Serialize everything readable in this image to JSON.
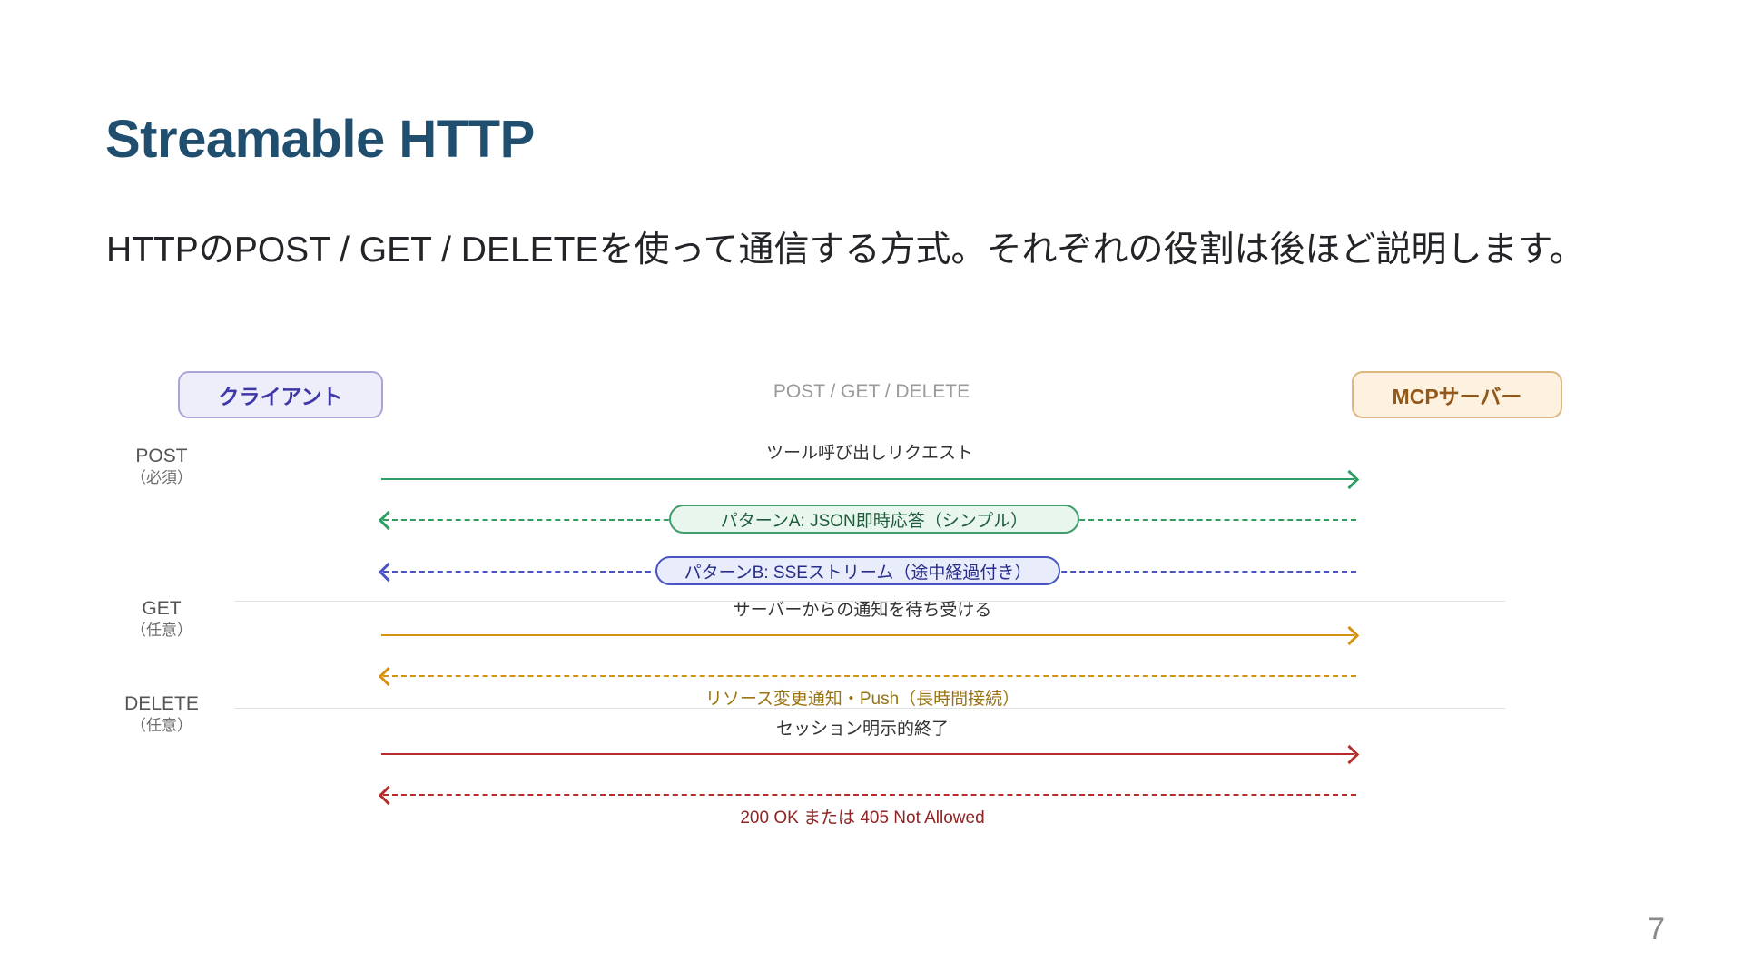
{
  "slide": {
    "title": "Streamable HTTP",
    "subtitle": "HTTPのPOST / GET / DELETEを使って通信する方式。それぞれの役割は後ほど説明します。",
    "page_number": "7",
    "title_color": "#1f4e6e",
    "background_color": "#ffffff"
  },
  "diagram": {
    "center_caption": "POST / GET / DELETE",
    "nodes": {
      "client": {
        "label": "クライアント",
        "fill": "#eeedfa",
        "border": "#a8a4d8",
        "text": "#3d37a8"
      },
      "server": {
        "label": "MCPサーバー",
        "fill": "#fdf1df",
        "border": "#dcb581",
        "text": "#92571a"
      }
    },
    "sections": [
      {
        "name": "post",
        "method": "POST",
        "optionality": "（必須）",
        "messages": [
          {
            "label": "ツール呼び出しリクエスト",
            "direction": "to-right",
            "style": "solid",
            "color": "#2e9e62",
            "label_color": "#333333"
          },
          {
            "label": "パターンA: JSON即時応答（シンプル）",
            "direction": "to-left",
            "style": "dashed",
            "color": "#2e9e62",
            "label_color": "#1d5c3b",
            "pill": "a"
          },
          {
            "label": "パターンB: SSEストリーム（途中経過付き）",
            "direction": "to-left",
            "style": "dashed",
            "color": "#4a55c4",
            "label_color": "#262e8a",
            "pill": "b"
          }
        ]
      },
      {
        "name": "get",
        "method": "GET",
        "optionality": "（任意）",
        "messages": [
          {
            "label": "サーバーからの通知を待ち受ける",
            "direction": "to-right",
            "style": "solid",
            "color": "#d59210",
            "label_color": "#333333"
          },
          {
            "label": "リソース変更通知・Push（長時間接続）",
            "direction": "to-left",
            "style": "dashed",
            "color": "#d59210",
            "label_color": "#9a7412"
          }
        ]
      },
      {
        "name": "delete",
        "method": "DELETE",
        "optionality": "（任意）",
        "messages": [
          {
            "label": "セッション明示的終了",
            "direction": "to-right",
            "style": "solid",
            "color": "#b52d2d",
            "label_color": "#333333"
          },
          {
            "label": "200 OK または 405 Not Allowed",
            "direction": "to-left",
            "style": "dashed",
            "color": "#b52d2d",
            "label_color": "#8e2424"
          }
        ]
      }
    ]
  }
}
